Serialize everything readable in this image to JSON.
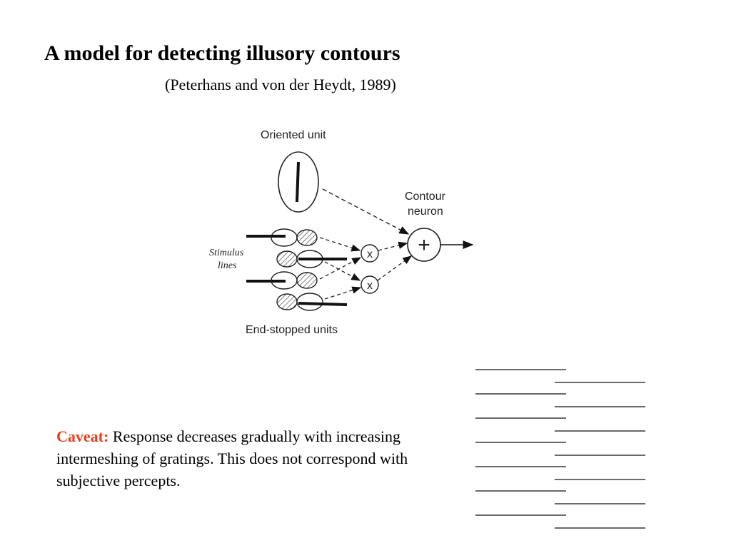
{
  "slide": {
    "title": "A model for detecting illusory contours",
    "subtitle": "(Peterhans and von der Heydt, 1989)"
  },
  "diagram": {
    "label_oriented_unit": "Oriented unit",
    "label_contour_line1": "Contour",
    "label_contour_line2": "neuron",
    "label_stimulus_line1": "Stimulus",
    "label_stimulus_line2": "lines",
    "label_end_stopped": "End-stopped units",
    "multiply_symbol_top": "x",
    "multiply_symbol_bottom": "x",
    "sum_symbol": "+"
  },
  "caveat": {
    "label": "Caveat:",
    "text": "Response decreases gradually with increasing intermeshing of gratings. This does not correspond with subjective percepts."
  },
  "colors": {
    "caveat_accent": "#e8401c",
    "text": "#000000"
  }
}
